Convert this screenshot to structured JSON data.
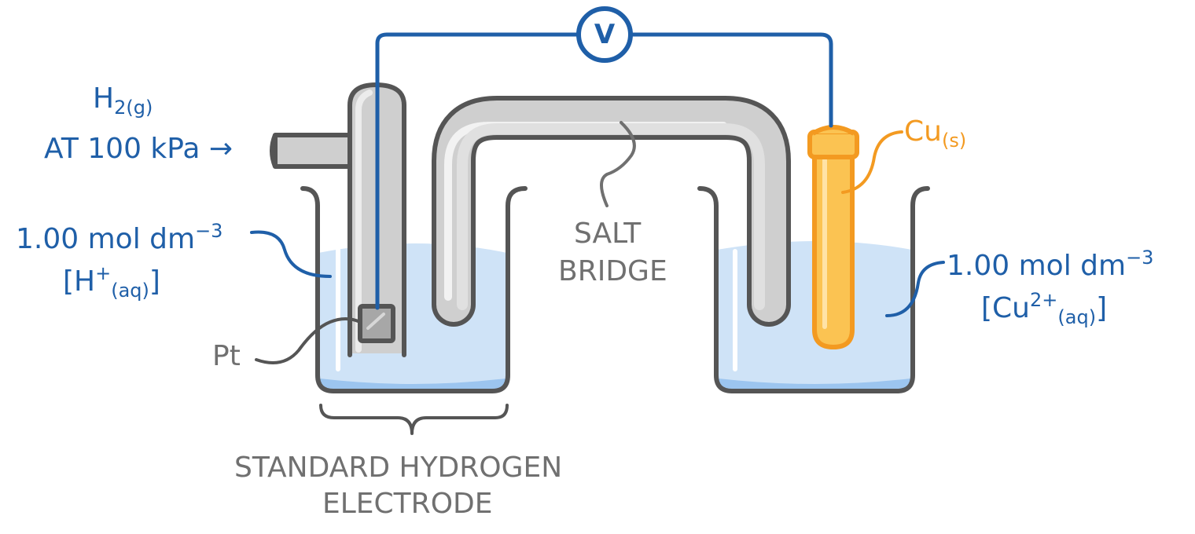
{
  "voltmeter": {
    "symbol": "V"
  },
  "gas_label": {
    "formula": "H",
    "state": "2(g)",
    "condition": "AT 100 kPa",
    "arrow": "→"
  },
  "acid_label": {
    "concentration": "1.00 mol dm",
    "exponent": "−3",
    "species_open": "[H",
    "charge": "+",
    "state": "(aq)",
    "close": "]"
  },
  "platinum_label": {
    "text": "Pt"
  },
  "salt_bridge_label": {
    "line1": "SALT",
    "line2": "BRIDGE"
  },
  "copper_label": {
    "element": "Cu",
    "state": "(s)"
  },
  "copper_solution_label": {
    "concentration": "1.00 mol dm",
    "exponent": "−3",
    "species_open": "[Cu",
    "charge": "2+",
    "state": "(aq)",
    "close": "]"
  },
  "she_label": {
    "line1": "STANDARD HYDROGEN",
    "line2": "ELECTRODE"
  },
  "colors": {
    "wire": "#1f5fa8",
    "solution": "#cfe3f7",
    "glass": "#555555",
    "copper": "#f39a21",
    "tube": "#cccccc"
  }
}
